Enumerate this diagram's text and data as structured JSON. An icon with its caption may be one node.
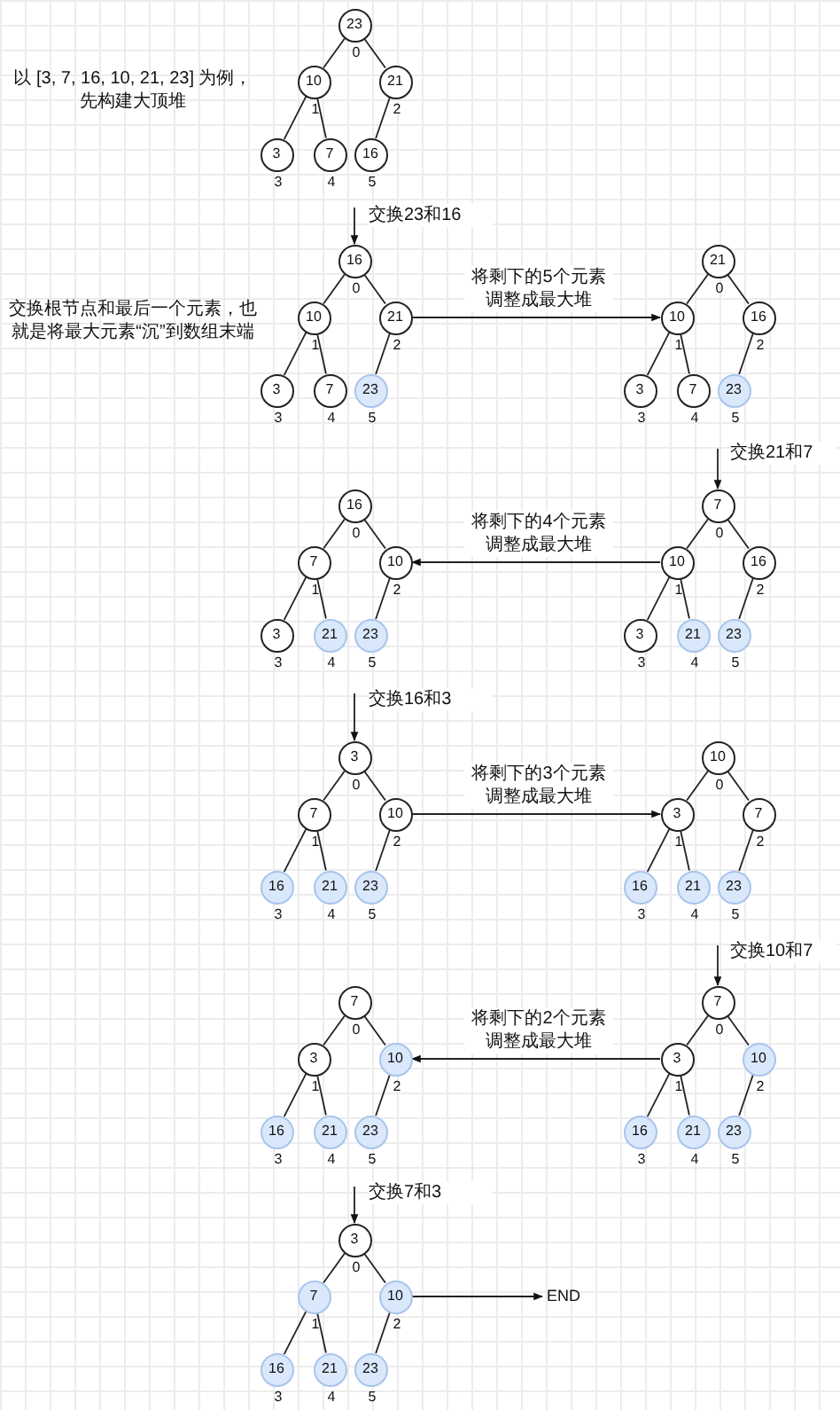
{
  "diagram": {
    "nodes": [
      {
        "text": [
          "23"
        ],
        "beside": [
          "0"
        ]
      },
      {
        "text": [
          "10"
        ],
        "beside": [
          "1"
        ]
      },
      {
        "text": [
          "21"
        ],
        "beside": [
          "2"
        ]
      },
      {
        "text": [
          "3"
        ],
        "beside": [
          "3"
        ]
      },
      {
        "text": [
          "7"
        ],
        "beside": [
          "4"
        ]
      },
      {
        "text": [
          "16"
        ],
        "beside": [
          "5"
        ]
      },
      {
        "text": [
          "16"
        ],
        "beside": [
          "0"
        ]
      },
      {
        "text": [
          "10"
        ],
        "beside": [
          "1"
        ]
      },
      {
        "text": [
          "21"
        ],
        "beside": [
          "2"
        ]
      },
      {
        "text": [
          "3"
        ],
        "beside": [
          "3"
        ]
      },
      {
        "text": [
          "7"
        ],
        "beside": [
          "4"
        ]
      },
      {
        "text": [
          "23"
        ],
        "beside": [
          "5"
        ]
      },
      {
        "text": [
          "21"
        ],
        "beside": [
          "0"
        ]
      },
      {
        "text": [
          "10"
        ],
        "beside": [
          "1"
        ]
      },
      {
        "text": [
          "16"
        ],
        "beside": [
          "2"
        ]
      },
      {
        "text": [
          "3"
        ],
        "beside": [
          "3"
        ]
      },
      {
        "text": [
          "7"
        ],
        "beside": [
          "4"
        ]
      },
      {
        "text": [
          "23"
        ],
        "beside": [
          "5"
        ]
      },
      {
        "text": [
          "7"
        ],
        "beside": [
          "0"
        ]
      },
      {
        "text": [
          "10"
        ],
        "beside": [
          "1"
        ]
      },
      {
        "text": [
          "16"
        ],
        "beside": [
          "2"
        ]
      },
      {
        "text": [
          "3"
        ],
        "beside": [
          "3"
        ]
      },
      {
        "text": [
          "21"
        ],
        "beside": [
          "4"
        ]
      },
      {
        "text": [
          "23"
        ],
        "beside": [
          "5"
        ]
      },
      {
        "text": [
          "16"
        ],
        "beside": [
          "0"
        ]
      },
      {
        "text": [
          "7"
        ],
        "beside": [
          "1"
        ]
      },
      {
        "text": [
          "10"
        ],
        "beside": [
          "2"
        ]
      },
      {
        "text": [
          "3"
        ],
        "beside": [
          "3"
        ]
      },
      {
        "text": [
          "21"
        ],
        "beside": [
          "4"
        ]
      },
      {
        "text": [
          "23"
        ],
        "beside": [
          "5"
        ]
      },
      {
        "text": [
          "3"
        ],
        "beside": [
          "0"
        ]
      },
      {
        "text": [
          "7"
        ],
        "beside": [
          "1"
        ]
      },
      {
        "text": [
          "10"
        ],
        "beside": [
          "2"
        ]
      },
      {
        "text": [
          "16"
        ],
        "beside": [
          "3"
        ]
      },
      {
        "text": [
          "21"
        ],
        "beside": [
          "4"
        ]
      },
      {
        "text": [
          "23"
        ],
        "beside": [
          "5"
        ]
      },
      {
        "text": [
          "10"
        ],
        "beside": [
          "0"
        ]
      },
      {
        "text": [
          "3"
        ],
        "beside": [
          "1"
        ]
      },
      {
        "text": [
          "7"
        ],
        "beside": [
          "2"
        ]
      },
      {
        "text": [
          "16"
        ],
        "beside": [
          "3"
        ]
      },
      {
        "text": [
          "21"
        ],
        "beside": [
          "4"
        ]
      },
      {
        "text": [
          "23"
        ],
        "beside": [
          "5"
        ]
      },
      {
        "text": [
          "7"
        ],
        "beside": [
          "0"
        ]
      },
      {
        "text": [
          "3"
        ],
        "beside": [
          "1"
        ]
      },
      {
        "text": [
          "10"
        ],
        "beside": [
          "2"
        ]
      },
      {
        "text": [
          "16"
        ],
        "beside": [
          "3"
        ]
      },
      {
        "text": [
          "21"
        ],
        "beside": [
          "4"
        ]
      },
      {
        "text": [
          "23"
        ],
        "beside": [
          "5"
        ]
      },
      {
        "text": [
          "7"
        ],
        "beside": [
          "0"
        ]
      },
      {
        "text": [
          "3"
        ],
        "beside": [
          "1"
        ]
      },
      {
        "text": [
          "10"
        ],
        "beside": [
          "2"
        ]
      },
      {
        "text": [
          "16"
        ],
        "beside": [
          "3"
        ]
      },
      {
        "text": [
          "21"
        ],
        "beside": [
          "4"
        ]
      },
      {
        "text": [
          "23"
        ],
        "beside": [
          "5"
        ]
      },
      {
        "text": [
          "3"
        ],
        "beside": [
          "0"
        ]
      },
      {
        "text": [
          "7"
        ],
        "beside": [
          "1"
        ]
      },
      {
        "text": [
          "10"
        ],
        "beside": [
          "2"
        ]
      },
      {
        "text": [
          "16"
        ],
        "beside": [
          "3"
        ]
      },
      {
        "text": [
          "21"
        ],
        "beside": [
          "4"
        ]
      },
      {
        "text": [
          "23"
        ],
        "beside": [
          "5"
        ]
      },
      {
        "text": [
          "END"
        ]
      }
    ],
    "edges": [
      {
        "from": 0,
        "to": 1,
        "arrow": "none"
      },
      {
        "from": 0,
        "to": 2,
        "arrow": "none"
      },
      {
        "from": 1,
        "to": 3,
        "arrow": "none"
      },
      {
        "from": 1,
        "to": 4,
        "arrow": "none"
      },
      {
        "from": 2,
        "to": 5,
        "arrow": "none"
      },
      {
        "from": 6,
        "to": 7,
        "arrow": "none"
      },
      {
        "from": 6,
        "to": 8,
        "arrow": "none"
      },
      {
        "from": 7,
        "to": 9,
        "arrow": "none"
      },
      {
        "from": 7,
        "to": 10,
        "arrow": "none"
      },
      {
        "from": 8,
        "to": 11,
        "arrow": "none"
      },
      {
        "from": 12,
        "to": 13,
        "arrow": "none"
      },
      {
        "from": 12,
        "to": 14,
        "arrow": "none"
      },
      {
        "from": 13,
        "to": 15,
        "arrow": "none"
      },
      {
        "from": 13,
        "to": 16,
        "arrow": "none"
      },
      {
        "from": 14,
        "to": 17,
        "arrow": "none"
      },
      {
        "from": 18,
        "to": 19,
        "arrow": "none"
      },
      {
        "from": 18,
        "to": 20,
        "arrow": "none"
      },
      {
        "from": 19,
        "to": 21,
        "arrow": "none"
      },
      {
        "from": 19,
        "to": 22,
        "arrow": "none"
      },
      {
        "from": 20,
        "to": 23,
        "arrow": "none"
      },
      {
        "from": 24,
        "to": 25,
        "arrow": "none"
      },
      {
        "from": 24,
        "to": 26,
        "arrow": "none"
      },
      {
        "from": 25,
        "to": 27,
        "arrow": "none"
      },
      {
        "from": 25,
        "to": 28,
        "arrow": "none"
      },
      {
        "from": 26,
        "to": 29,
        "arrow": "none"
      },
      {
        "from": 30,
        "to": 31,
        "arrow": "none"
      },
      {
        "from": 30,
        "to": 32,
        "arrow": "none"
      },
      {
        "from": 31,
        "to": 33,
        "arrow": "none"
      },
      {
        "from": 31,
        "to": 34,
        "arrow": "none"
      },
      {
        "from": 32,
        "to": 35,
        "arrow": "none"
      },
      {
        "from": 36,
        "to": 37,
        "arrow": "none"
      },
      {
        "from": 36,
        "to": 38,
        "arrow": "none"
      },
      {
        "from": 37,
        "to": 39,
        "arrow": "none"
      },
      {
        "from": 37,
        "to": 40,
        "arrow": "none"
      },
      {
        "from": 38,
        "to": 41,
        "arrow": "none"
      },
      {
        "from": 42,
        "to": 43,
        "arrow": "none"
      },
      {
        "from": 42,
        "to": 44,
        "arrow": "none"
      },
      {
        "from": 43,
        "to": 45,
        "arrow": "none"
      },
      {
        "from": 43,
        "to": 46,
        "arrow": "none"
      },
      {
        "from": 44,
        "to": 47,
        "arrow": "none"
      },
      {
        "from": 48,
        "to": 49,
        "arrow": "none"
      },
      {
        "from": 48,
        "to": 50,
        "arrow": "none"
      },
      {
        "from": 49,
        "to": 51,
        "arrow": "none"
      },
      {
        "from": 49,
        "to": 52,
        "arrow": "none"
      },
      {
        "from": 50,
        "to": 53,
        "arrow": "none"
      },
      {
        "from": 54,
        "to": 55,
        "arrow": "none"
      },
      {
        "from": 54,
        "to": 56,
        "arrow": "none"
      },
      {
        "from": 55,
        "to": 57,
        "arrow": "none"
      },
      {
        "from": 55,
        "to": 58,
        "arrow": "none"
      },
      {
        "from": 56,
        "to": 59,
        "arrow": "none"
      },
      {
        "from": null,
        "to": 6,
        "arrow": "to",
        "label": "交换23和16"
      },
      {
        "from": 8,
        "to": 13,
        "arrow": "to",
        "label": "将剩下的5个元素调整成最大堆"
      },
      {
        "from": null,
        "to": 18,
        "arrow": "to",
        "label": "交换21和7"
      },
      {
        "from": 19,
        "to": 26,
        "arrow": "to",
        "label": "将剩下的4个元素调整成最大堆"
      },
      {
        "from": null,
        "to": 30,
        "arrow": "to",
        "label": "交换16和3"
      },
      {
        "from": 32,
        "to": 37,
        "arrow": "to",
        "label": "将剩下的3个元素调整成最大堆"
      },
      {
        "from": null,
        "to": 42,
        "arrow": "to",
        "label": "交换10和7"
      },
      {
        "from": 43,
        "to": 50,
        "arrow": "to",
        "label": "将剩下的2个元素调整成最大堆"
      },
      {
        "from": null,
        "to": 54,
        "arrow": "to",
        "label": "交换7和3"
      },
      {
        "from": 56,
        "to": 60,
        "arrow": "to"
      }
    ],
    "labels": [
      "以 [3, 7, 16, 10, 21, 23] 为例，先构建大顶堆",
      "交换根节点和最后一个元素，也就是将最大元素“沉”到数组末端"
    ]
  }
}
